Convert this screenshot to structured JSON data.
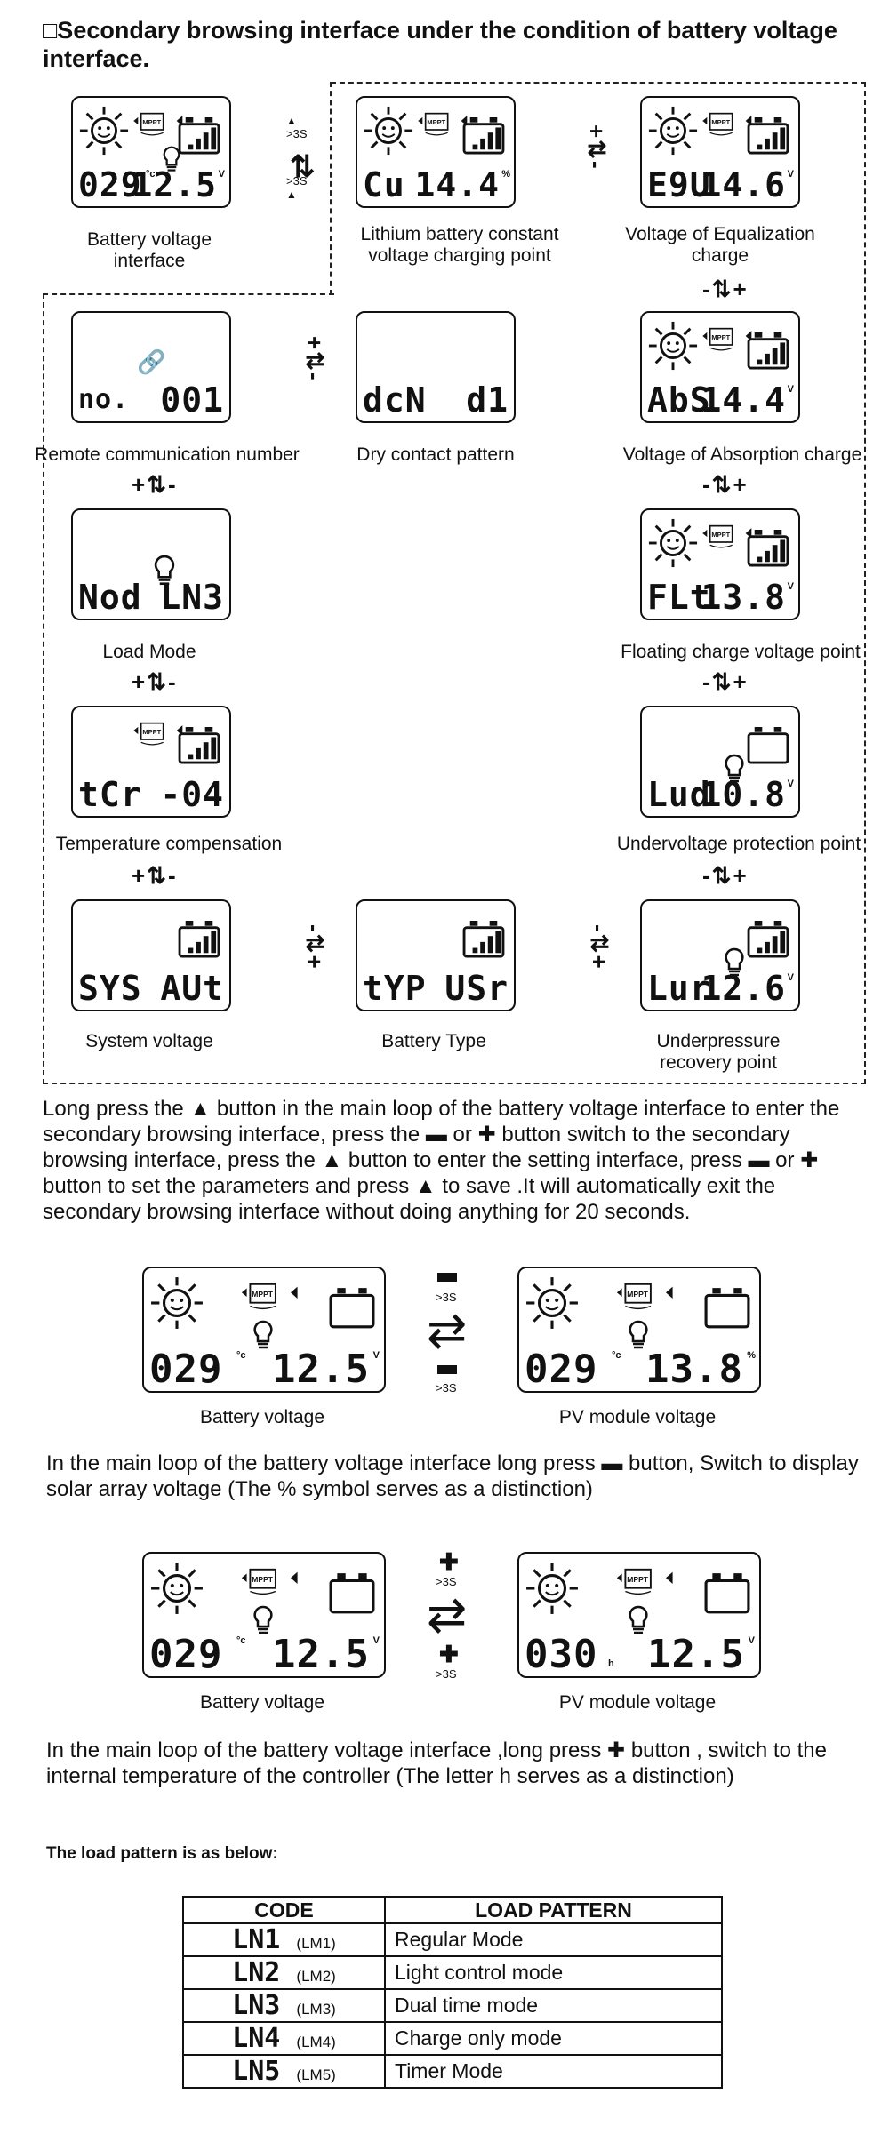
{
  "title": "□Secondary browsing interface under the condition of battery voltage interface.",
  "screens": {
    "battery_voltage_interface": {
      "left": "029",
      "left_unit": "°c",
      "right": "12.5",
      "right_unit": "V",
      "caption": "Battery voltage interface"
    },
    "lithium_constant": {
      "left": "Cu",
      "right": "14.4",
      "right_unit": "%",
      "caption": "Lithium battery constant voltage charging point"
    },
    "equalization": {
      "left": "E9U",
      "right": "14.6",
      "right_unit": "V",
      "caption": "Voltage of Equalization charge"
    },
    "remote_comm": {
      "left": "no.",
      "right": "001",
      "caption": "Remote communication number"
    },
    "dry_contact": {
      "left": "dcN",
      "right": "d1",
      "caption": "Dry contact pattern"
    },
    "absorption": {
      "left": "AbS",
      "right": "14.4",
      "right_unit": "V",
      "caption": "Voltage of Absorption charge"
    },
    "load_mode": {
      "left": "Nod",
      "right": "LN3",
      "caption": "Load Mode"
    },
    "floating": {
      "left": "FLt",
      "right": "13.8",
      "right_unit": "V",
      "caption": "Floating charge voltage point"
    },
    "temp_comp": {
      "left": "tCr",
      "right": "-04",
      "caption": "Temperature compensation"
    },
    "undervoltage": {
      "left": "Lud",
      "right": "10.8",
      "right_unit": "V",
      "caption": "Undervoltage protection point"
    },
    "system_voltage": {
      "left": "SYS",
      "right": "AUt",
      "caption": "System voltage"
    },
    "battery_type": {
      "left": "tYP",
      "right": "USr",
      "caption": "Battery Type"
    },
    "underpressure": {
      "left": "Lur",
      "right": "12.6",
      "right_unit": "V",
      "caption": "Underpressure recovery point"
    }
  },
  "nav": {
    "plus_minus": "+⇅-",
    "minus_plus": "-⇅+",
    "gt3s": ">3S"
  },
  "paragraph1": "Long press the ▲ button in the main loop of the battery voltage interface to enter the secondary browsing interface, press the ▬ or ✚ button switch to the secondary browsing interface, press the ▲ button to enter the setting interface, press ▬ or ✚ button to set the parameters and press ▲ to save .It will automatically exit the secondary browsing interface without doing anything for 20 seconds.",
  "pair1": {
    "left": {
      "left": "029",
      "left_unit": "°c",
      "right": "12.5",
      "right_unit": "V",
      "caption": "Battery voltage"
    },
    "right": {
      "left": "029",
      "left_unit": "°c",
      "right": "13.8",
      "right_unit": "%",
      "caption": "PV module voltage"
    },
    "paragraph": "In the main loop of the battery voltage interface long press ▬ button, Switch to display solar array voltage (The % symbol serves as a distinction)"
  },
  "pair2": {
    "left": {
      "left": "029",
      "left_unit": "°c",
      "right": "12.5",
      "right_unit": "V",
      "caption": "Battery voltage"
    },
    "right": {
      "left": "030",
      "left_unit": "h",
      "right": "12.5",
      "right_unit": "V",
      "caption": "PV module voltage"
    },
    "paragraph": "In the main loop of the battery voltage interface ,long press ✚ button , switch to the internal temperature of the controller (The letter h serves as a distinction)"
  },
  "load_heading": "The load pattern is as below:",
  "load_table": {
    "headers": [
      "CODE",
      "LOAD PATTERN"
    ],
    "rows": [
      {
        "code": "LN1",
        "label": "(LM1)",
        "pattern": "Regular Mode"
      },
      {
        "code": "LN2",
        "label": "(LM2)",
        "pattern": "Light control mode"
      },
      {
        "code": "LN3",
        "label": "(LM3)",
        "pattern": "Dual time mode"
      },
      {
        "code": "LN4",
        "label": "(LM4)",
        "pattern": "Charge only mode"
      },
      {
        "code": "LN5",
        "label": "(LM5)",
        "pattern": "Timer Mode"
      }
    ]
  },
  "icons": [
    "sun-icon",
    "mppt-icon",
    "battery-icon",
    "bulb-icon",
    "link-icon",
    "arrow-icon"
  ]
}
